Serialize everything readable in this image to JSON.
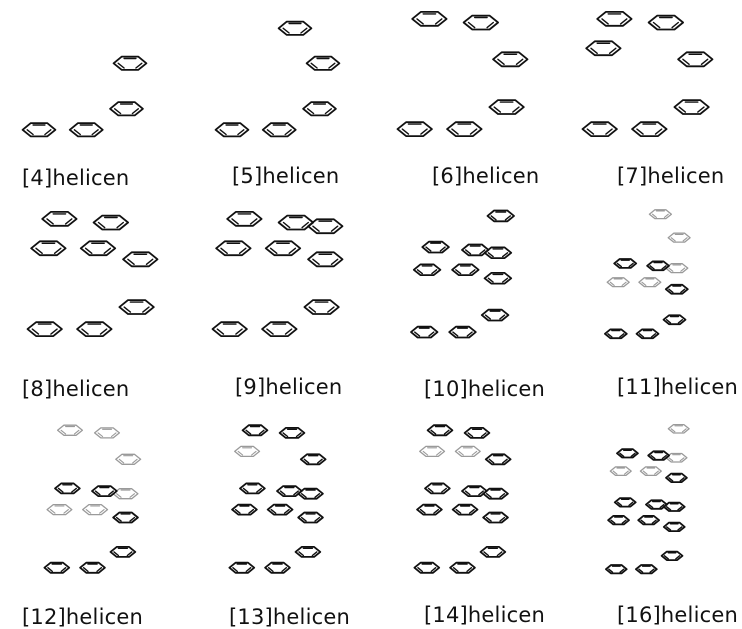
{
  "figure": {
    "bond_color": "#111111",
    "far_bond_color": "#9a9a9a",
    "background": "#ffffff",
    "molecules": [
      {
        "label": "[4]helicen",
        "rings": 4
      },
      {
        "label": "[5]helicen",
        "rings": 5
      },
      {
        "label": "[6]helicen",
        "rings": 6
      },
      {
        "label": "[7]helicen",
        "rings": 7
      },
      {
        "label": "[8]helicen",
        "rings": 8
      },
      {
        "label": "[9]helicen",
        "rings": 9
      },
      {
        "label": "[10]helicen",
        "rings": 10
      },
      {
        "label": "[11]helicen",
        "rings": 11
      },
      {
        "label": "[12]helicen",
        "rings": 12
      },
      {
        "label": "[13]helicen",
        "rings": 13
      },
      {
        "label": "[14]helicen",
        "rings": 14
      },
      {
        "label": "[16]helicen",
        "rings": 16
      }
    ]
  }
}
